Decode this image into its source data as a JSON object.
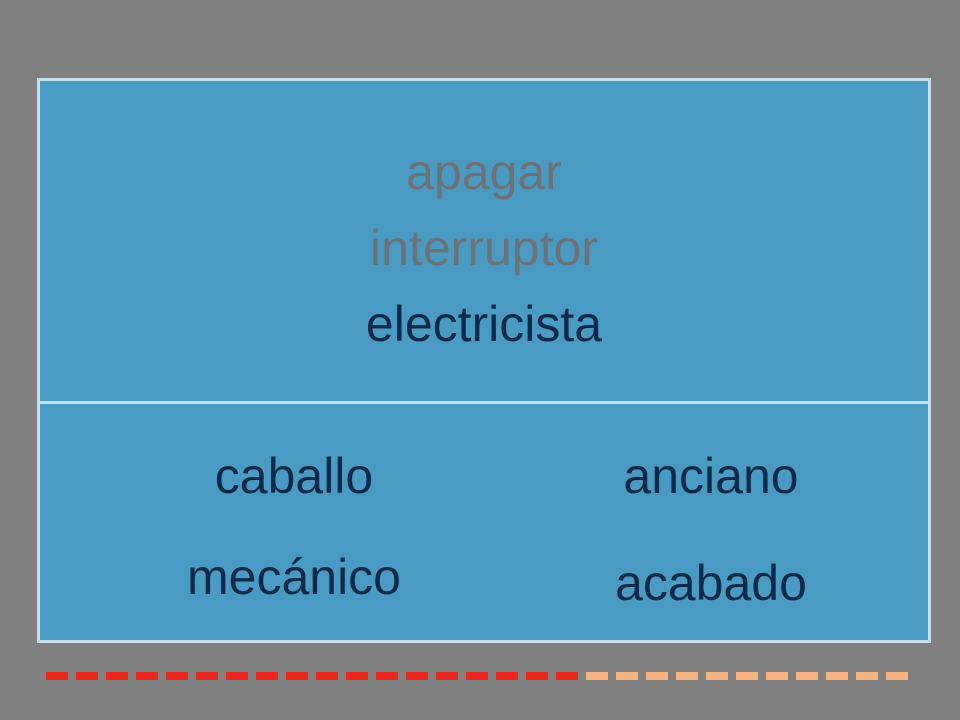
{
  "question": {
    "lines": [
      "apagar",
      "interruptor",
      "electricista"
    ]
  },
  "options": [
    "caballo",
    "anciano",
    "mecánico",
    "acabado"
  ],
  "progress": {
    "completed_fraction": 0.6,
    "completed_color": "#e8271f",
    "remaining_color": "#f6b482"
  },
  "colors": {
    "background": "#808080",
    "card": "#4a9bc3",
    "card_border": "#c4e2ec",
    "dim_text": "#6a7278",
    "dark_text": "#0e2a4a"
  }
}
